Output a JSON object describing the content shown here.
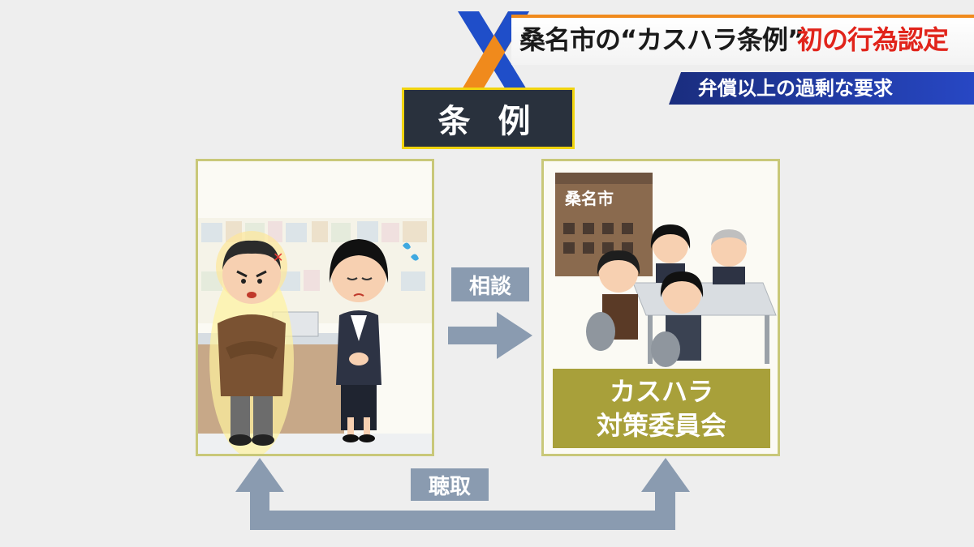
{
  "header": {
    "headline_main": "桑名市の“カスハラ条例”",
    "headline_accent": "初の行為認定",
    "subheadline": "弁償以上の過剰な要求",
    "colors": {
      "accent_orange": "#f08a1c",
      "accent_red": "#e1241b",
      "sub_blue": "#2747c4",
      "logo_blue": "#1f4ec9"
    }
  },
  "ordinance_label": "条 例",
  "flow": {
    "consult_label": "相談",
    "hearing_label": "聴取"
  },
  "building_sign": "桑名市",
  "committee": {
    "line1": "カスハラ",
    "line2": "対策委員会"
  }
}
